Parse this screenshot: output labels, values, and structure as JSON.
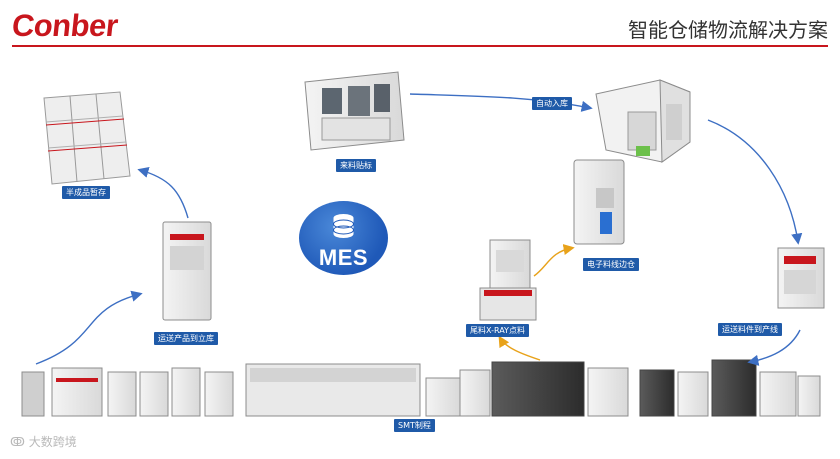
{
  "header": {
    "logo": "Conber",
    "title": "智能仓储物流解决方案"
  },
  "center": {
    "badge": "MES"
  },
  "labels": {
    "semi_finished": "半成品暂存",
    "incoming": "来料贴标",
    "auto_storage": "自动入库",
    "electronic_side": "电子料线边仓",
    "to_line": "运送料件到产线",
    "xray": "尾料X-RAY点料",
    "to_warehouse": "运送产品到立库",
    "smt": "SMT制程"
  },
  "watermark": "大数跨境",
  "colors": {
    "brand_red": "#c8161d",
    "label_blue": "#1f5aa8",
    "arrow_blue": "#3d6fc3",
    "arrow_orange": "#e8a21a"
  }
}
